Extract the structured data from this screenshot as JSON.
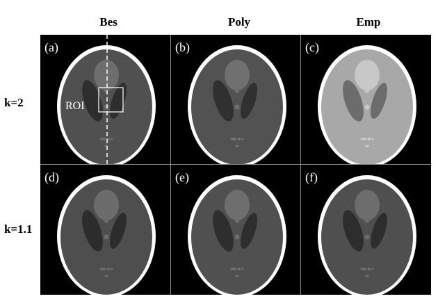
{
  "columns": [
    {
      "label": "Bes"
    },
    {
      "label": "Poly"
    },
    {
      "label": "Emp"
    }
  ],
  "rows": [
    {
      "label": "k=2"
    },
    {
      "label": "k=1.1"
    }
  ],
  "panels": [
    {
      "label": "(a)",
      "body": "#505050",
      "ventricle": "#2e2e2e",
      "center": "#6e6e6e",
      "skull": "#ffffff",
      "roi": true
    },
    {
      "label": "(b)",
      "body": "#525252",
      "ventricle": "#303030",
      "center": "#707070",
      "skull": "#ffffff",
      "roi": false
    },
    {
      "label": "(c)",
      "body": "#a8a8a8",
      "ventricle": "#6c6c6c",
      "center": "#c8c8c8",
      "skull": "#ffffff",
      "roi": false
    },
    {
      "label": "(d)",
      "body": "#4e4e4e",
      "ventricle": "#2c2c2c",
      "center": "#6c6c6c",
      "skull": "#ffffff",
      "roi": false
    },
    {
      "label": "(e)",
      "body": "#505050",
      "ventricle": "#2e2e2e",
      "center": "#6e6e6e",
      "skull": "#ffffff",
      "roi": false
    },
    {
      "label": "(f)",
      "body": "#4f4f4f",
      "ventricle": "#2d2d2d",
      "center": "#6d6d6d",
      "skull": "#ffffff",
      "roi": false
    }
  ],
  "roi_label": "ROI",
  "colors": {
    "background": "#000000",
    "divider": "#8a8a8a"
  }
}
